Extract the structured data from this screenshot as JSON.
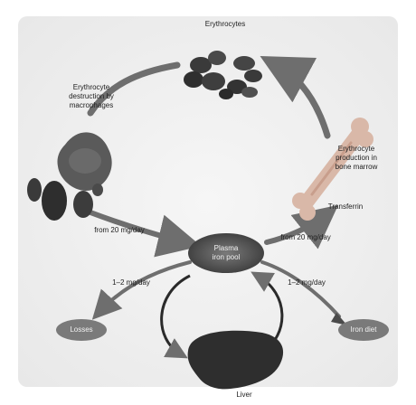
{
  "labels": {
    "erythrocytes": "Erythrocytes",
    "destruction_line1": "Erythrocyte",
    "destruction_line2": "destruction by",
    "destruction_line3": "macrophages",
    "production_line1": "Erythrocyte",
    "production_line2": "production in",
    "production_line3": "bone marrow",
    "transferrin": "Transferrin",
    "plasma_line1": "Plasma",
    "plasma_line2": "iron pool",
    "liver": "Liver",
    "losses": "Losses",
    "iron_diet": "Iron diet"
  },
  "flows": {
    "from_macrophages": "from 20 mg/day",
    "to_marrow": "from 20 mg/day",
    "loss_rate": "1–2 mg/day",
    "diet_rate": "1–2 mg/day"
  },
  "colors": {
    "background": "#ffffff",
    "panel": "#f0f0f0",
    "arrow": "#6e6e6e",
    "erythrocyte": "#3a3a3a",
    "macrophage": "#5a5a5a",
    "bone": "#d9b8a8",
    "liver": "#2e2e2e",
    "plasma_pool": "#5c5c5c"
  },
  "icons": {
    "erythrocytes": "red-blood-cells-icon",
    "macrophage": "macrophage-cell-icon",
    "bone": "bone-icon",
    "liver": "liver-organ-icon",
    "plasma": "plasma-pool-blob"
  }
}
